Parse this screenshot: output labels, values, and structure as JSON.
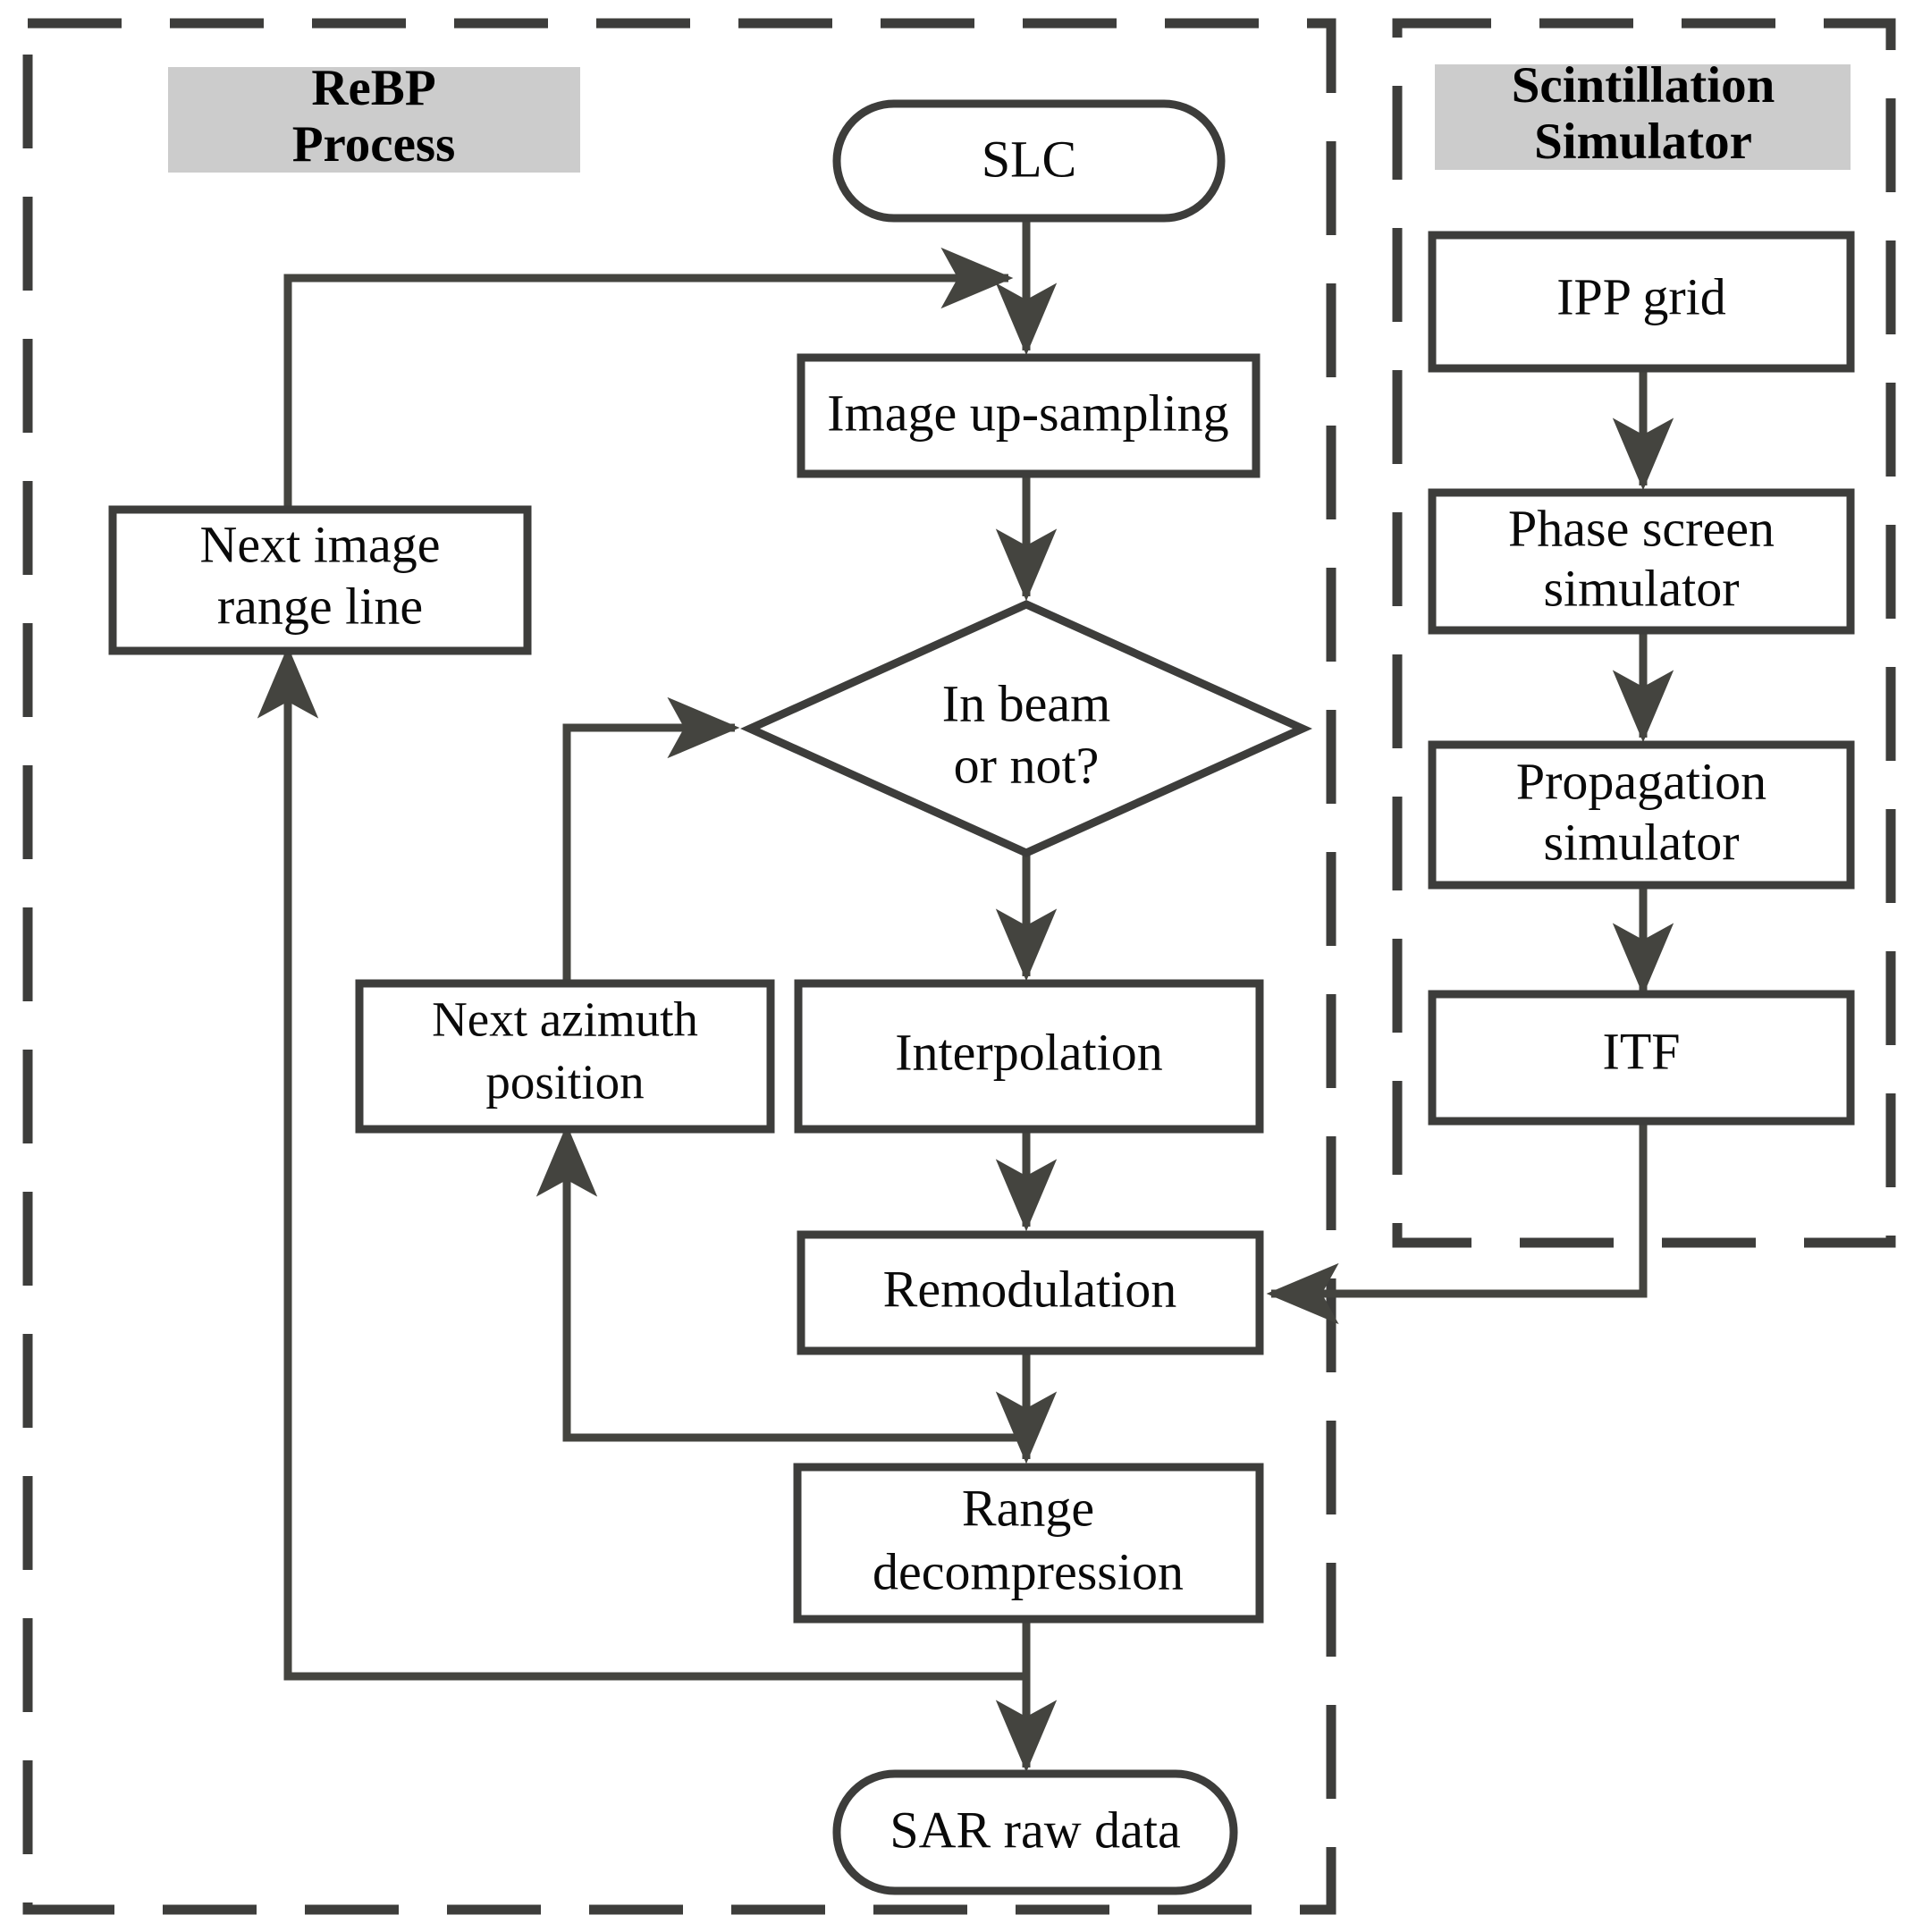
{
  "diagram": {
    "title": "ReBP Process and Scintillation Simulator flowchart",
    "colors": {
      "stroke": "#3d3d3b",
      "connector": "#44443f",
      "label_background": "#cccccc",
      "node_fill": "#ffffff",
      "page_background": "#ffffff"
    },
    "groups": [
      {
        "id": "rebp",
        "label_line1": "ReBP",
        "label_line2": "Process"
      },
      {
        "id": "scintillation",
        "label_line1": "Scintillation",
        "label_line2": "Simulator"
      }
    ],
    "nodes": [
      {
        "id": "slc",
        "shape": "terminator",
        "line1": "SLC",
        "line2": ""
      },
      {
        "id": "image-up-sampling",
        "shape": "process",
        "line1": "Image up-sampling",
        "line2": ""
      },
      {
        "id": "next-image-range-line",
        "shape": "process",
        "line1": "Next image",
        "line2": "range line"
      },
      {
        "id": "in-beam-or-not",
        "shape": "decision",
        "line1": "In beam",
        "line2": "or not?"
      },
      {
        "id": "next-azimuth-position",
        "shape": "process",
        "line1": "Next azimuth",
        "line2": "position"
      },
      {
        "id": "interpolation",
        "shape": "process",
        "line1": "Interpolation",
        "line2": ""
      },
      {
        "id": "remodulation",
        "shape": "process",
        "line1": "Remodulation",
        "line2": ""
      },
      {
        "id": "range-decompression",
        "shape": "process",
        "line1": "Range",
        "line2": "decompression"
      },
      {
        "id": "sar-raw-data",
        "shape": "terminator",
        "line1": "SAR raw data",
        "line2": ""
      },
      {
        "id": "ipp-grid",
        "shape": "process",
        "line1": "IPP grid",
        "line2": ""
      },
      {
        "id": "phase-screen-simulator",
        "shape": "process",
        "line1": "Phase screen",
        "line2": "simulator"
      },
      {
        "id": "propagation-simulator",
        "shape": "process",
        "line1": "Propagation",
        "line2": "simulator"
      },
      {
        "id": "itf",
        "shape": "process",
        "line1": "ITF",
        "line2": ""
      }
    ],
    "edges": [
      {
        "from": "slc",
        "to": "image-up-sampling"
      },
      {
        "from": "image-up-sampling",
        "to": "in-beam-or-not"
      },
      {
        "from": "in-beam-or-not",
        "to": "interpolation"
      },
      {
        "from": "interpolation",
        "to": "remodulation"
      },
      {
        "from": "remodulation",
        "to": "range-decompression"
      },
      {
        "from": "range-decompression",
        "to": "sar-raw-data"
      },
      {
        "from": "range-decompression",
        "to": "next-image-range-line"
      },
      {
        "from": "next-image-range-line",
        "to": "slc"
      },
      {
        "from": "remodulation",
        "to": "next-azimuth-position"
      },
      {
        "from": "next-azimuth-position",
        "to": "in-beam-or-not"
      },
      {
        "from": "ipp-grid",
        "to": "phase-screen-simulator"
      },
      {
        "from": "phase-screen-simulator",
        "to": "propagation-simulator"
      },
      {
        "from": "propagation-simulator",
        "to": "itf"
      },
      {
        "from": "itf",
        "to": "remodulation"
      }
    ]
  }
}
